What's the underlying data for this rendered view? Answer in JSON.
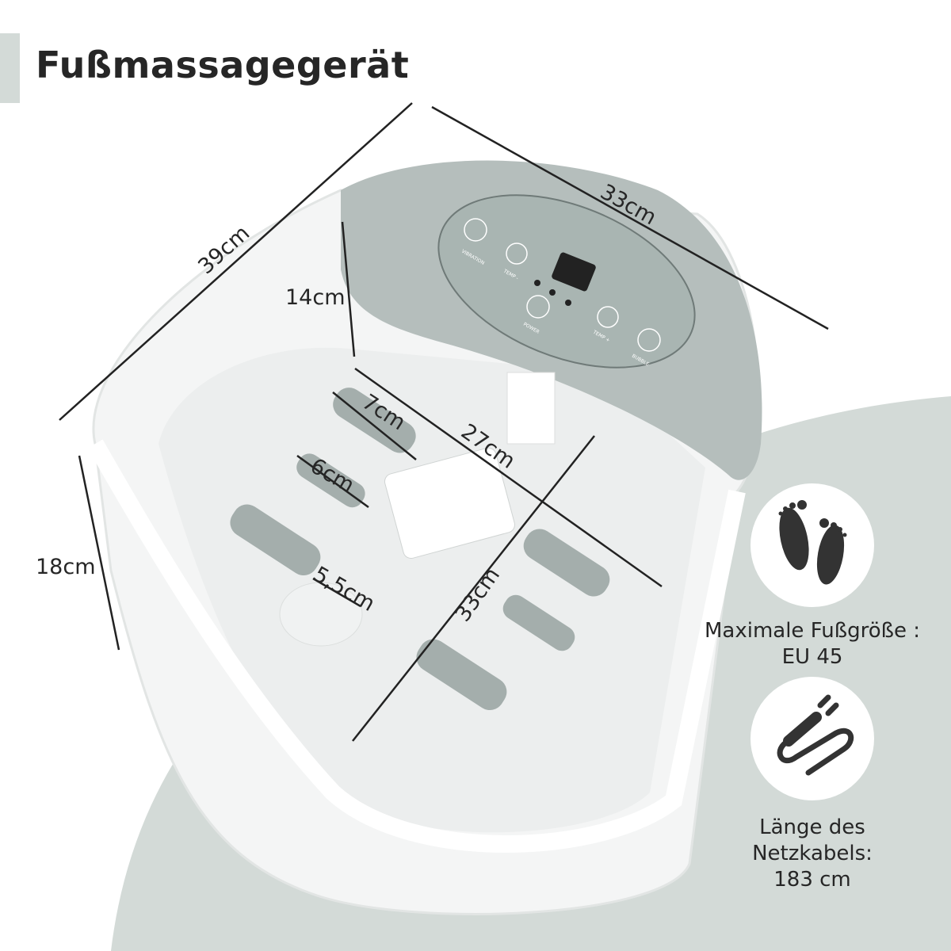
{
  "title": "Fußmassagegerät",
  "dimensions": {
    "length": "39cm",
    "width": "33cm",
    "inner_height": "14cm",
    "outer_height": "18cm",
    "inner_length": "27cm",
    "inner_width": "33cm",
    "roller_large": "7cm",
    "roller_medium": "6cm",
    "roller_small": "5,5cm"
  },
  "control_panel": {
    "vibration": "VIBRATION",
    "temp_minus": "TEMP -",
    "power": "POWER",
    "temp_plus": "TEMP +",
    "bubble": "BUBBLE"
  },
  "features": [
    {
      "icon": "footprints-icon",
      "line1": "Maximale Fußgröße :",
      "line2": "EU 45"
    },
    {
      "icon": "power-plug-icon",
      "line1": "Länge des",
      "line2": "Netzkabels:",
      "line3": "183 cm"
    }
  ],
  "colors": {
    "background_shape": "#d3dad7",
    "panel": "#a9b5b2",
    "text": "#262626"
  }
}
